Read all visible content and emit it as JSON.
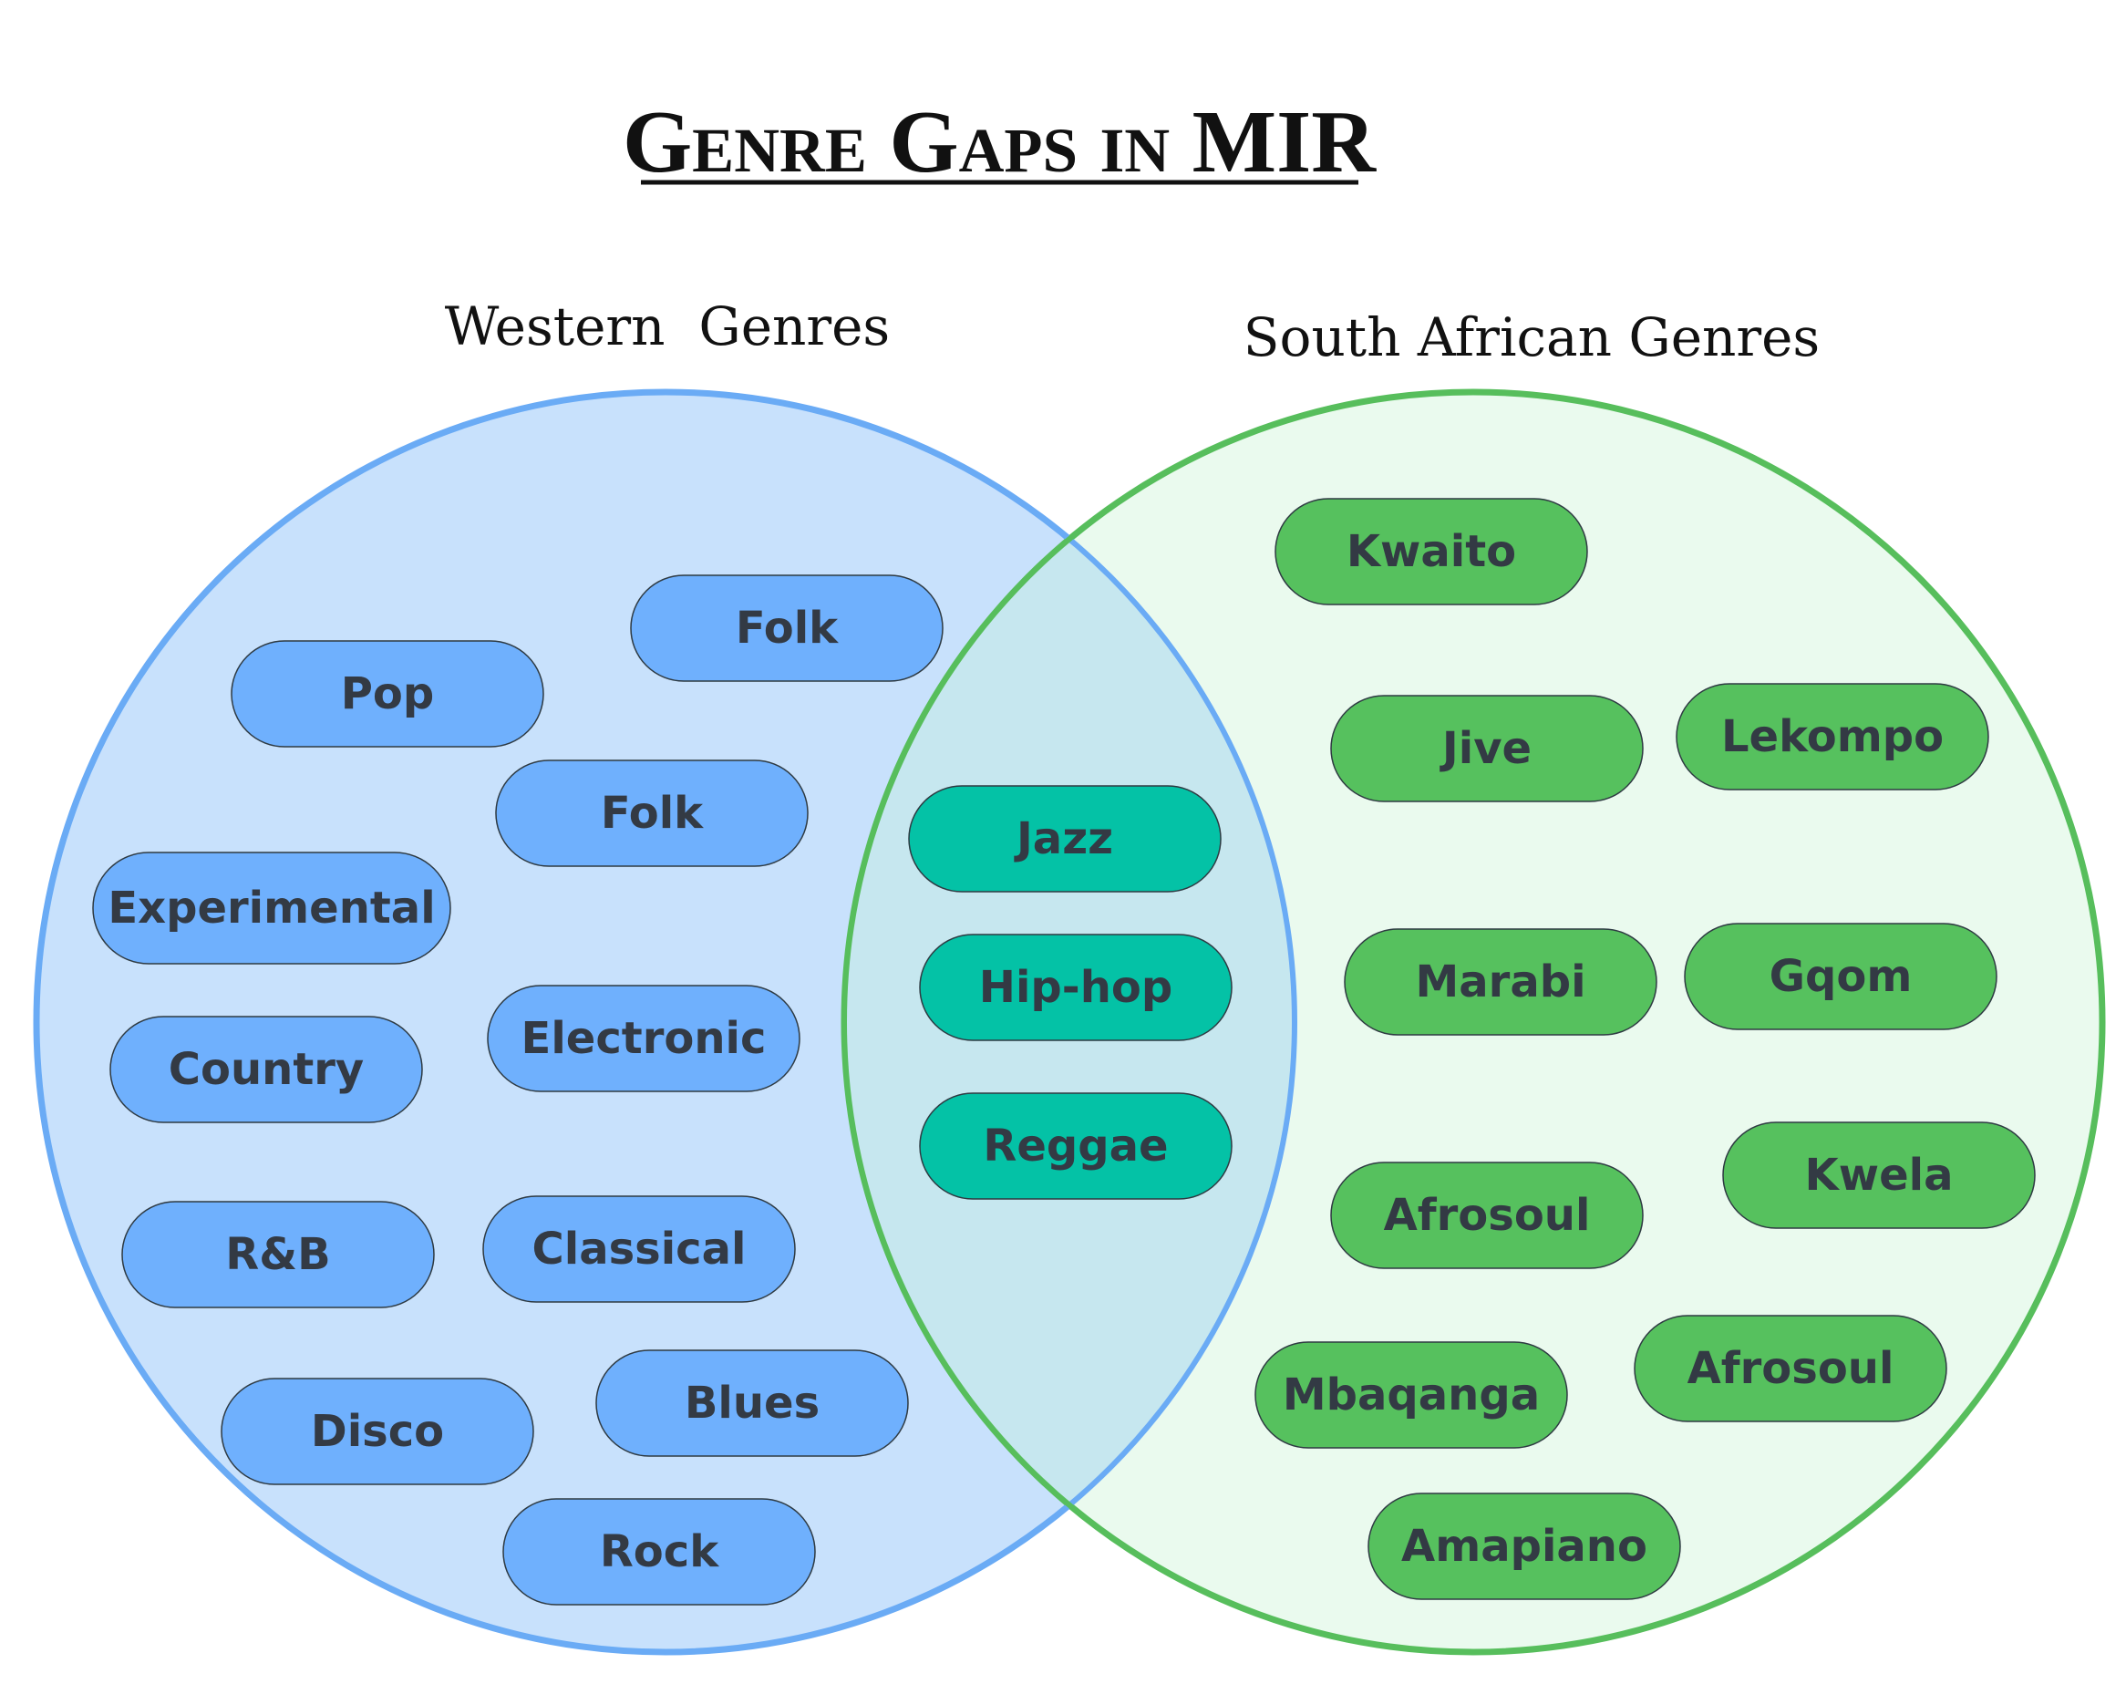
{
  "title": "Genre Gaps in MIR",
  "sets": {
    "western": {
      "label": "Western  Genres",
      "stroke": "#6aabf5",
      "fill": "#c8e1fc"
    },
    "south_african": {
      "label": "South African Genres",
      "stroke": "#57be5c",
      "fill": "#eafaee"
    },
    "overlap_fill": "#c6e7ef"
  },
  "colors": {
    "western_pill": "#6fb0fd",
    "shared_pill": "#04c2a6",
    "south_african_pill": "#56c15e",
    "pill_border": "#2e3a42",
    "pill_text": "#333a44"
  },
  "western_only": [
    "Folk",
    "Pop",
    "Folk",
    "Experimental",
    "Country",
    "Electronic",
    "R&B",
    "Classical",
    "Disco",
    "Blues",
    "Rock"
  ],
  "shared": [
    "Jazz",
    "Hip-hop",
    "Reggae"
  ],
  "south_african_only": [
    "Kwaito",
    "Jive",
    "Lekompo",
    "Marabi",
    "Gqom",
    "Afrosoul",
    "Kwela",
    "Mbaqanga",
    "Afrosoul",
    "Amapiano"
  ]
}
